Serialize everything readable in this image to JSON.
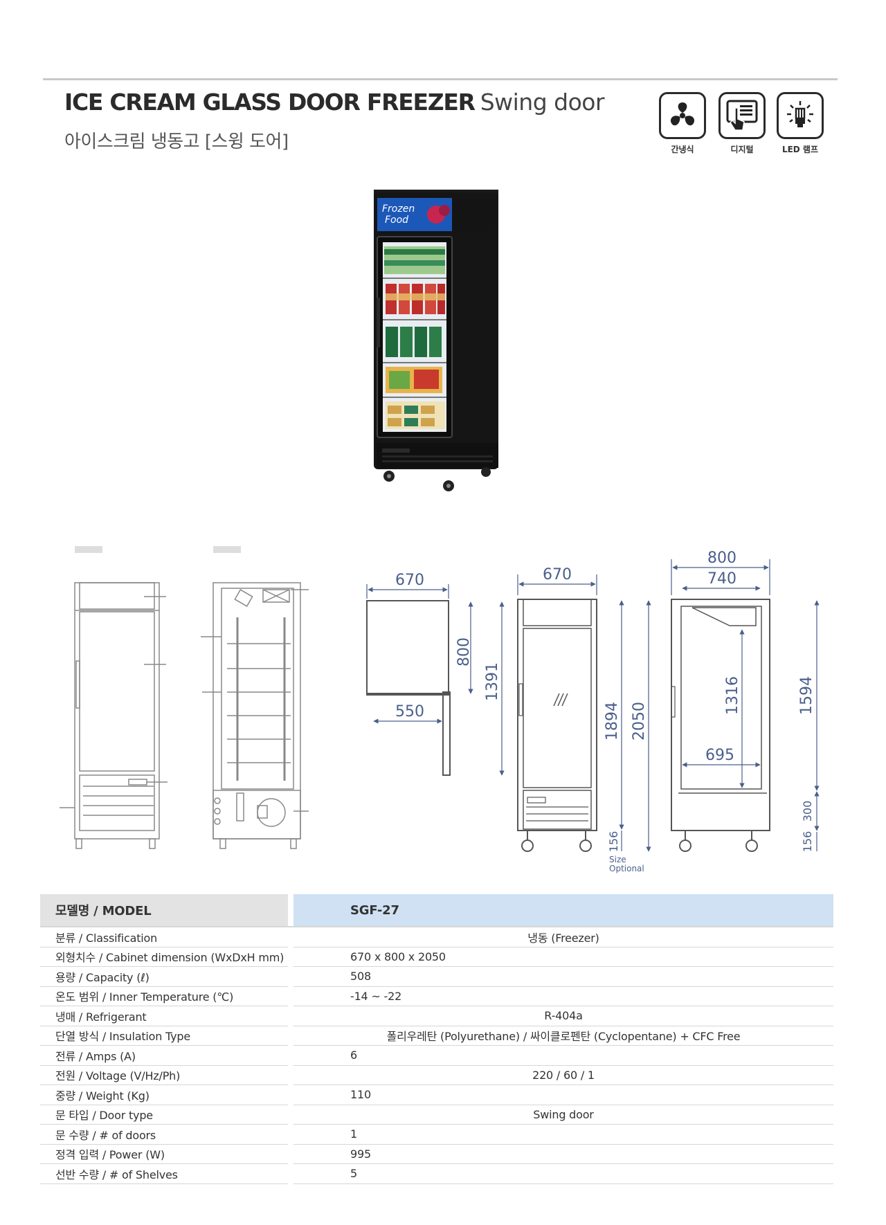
{
  "header": {
    "title_bold": "ICE CREAM GLASS DOOR FREEZER",
    "title_light": "Swing door",
    "subtitle": "아이스크림 냉동고 [스윙 도어]"
  },
  "features": [
    {
      "icon": "fan-icon",
      "label": "간냉식"
    },
    {
      "icon": "digital-touch-icon",
      "label": "디지털"
    },
    {
      "icon": "led-lamp-icon",
      "label": "LED 램프"
    }
  ],
  "product_image": {
    "sign_line1": "Frozen",
    "sign_line2": "Food"
  },
  "dimensions": {
    "side_top_width": "670",
    "side_depth": "800",
    "side_height": "1391",
    "side_door": "550",
    "front_width": "670",
    "front_height": "1894",
    "front_total": "2050",
    "front_leg": "156",
    "size_note_1": "Size",
    "size_note_2": "Optional",
    "right_width_outer": "800",
    "right_width_inner": "740",
    "right_inner_height": "1316",
    "right_inner_width": "695",
    "right_height": "1594",
    "right_base": "300",
    "right_leg": "156"
  },
  "spec": {
    "model_label": "모델명 / MODEL",
    "model_value": "SGF-27",
    "rows": [
      {
        "label": "분류 / Classification",
        "value": "냉동 (Freezer)",
        "align": "center"
      },
      {
        "label": "외형치수 / Cabinet dimension (WxDxH mm)",
        "value": "670 x 800 x 2050",
        "align": "left"
      },
      {
        "label": "용량 / Capacity (ℓ)",
        "value": "508",
        "align": "left"
      },
      {
        "label": "온도 범위 / Inner Temperature (℃)",
        "value": "-14 ~ -22",
        "align": "left"
      },
      {
        "label": "냉매 / Refrigerant",
        "value": "R-404a",
        "align": "center"
      },
      {
        "label": "단열 방식 / Insulation Type",
        "value": "폴리우레탄 (Polyurethane) / 싸이클로펜탄 (Cyclopentane) + CFC Free",
        "align": "center"
      },
      {
        "label": "전류 / Amps (A)",
        "value": "6",
        "align": "left"
      },
      {
        "label": "전원 / Voltage (V/Hz/Ph)",
        "value": "220 / 60 / 1",
        "align": "center"
      },
      {
        "label": "중량 / Weight (Kg)",
        "value": "110",
        "align": "left"
      },
      {
        "label": "문 타입 / Door type",
        "value": "Swing door",
        "align": "center"
      },
      {
        "label": "문 수량 / # of doors",
        "value": "1",
        "align": "left"
      },
      {
        "label": "정격 입력 / Power (W)",
        "value": "995",
        "align": "left"
      },
      {
        "label": "선반 수량 / # of Shelves",
        "value": "5",
        "align": "left"
      }
    ]
  },
  "colors": {
    "dimension_blue": "#4a5f8c",
    "header_blue": "#cfe1f3",
    "header_gray": "#e3e3e3"
  }
}
